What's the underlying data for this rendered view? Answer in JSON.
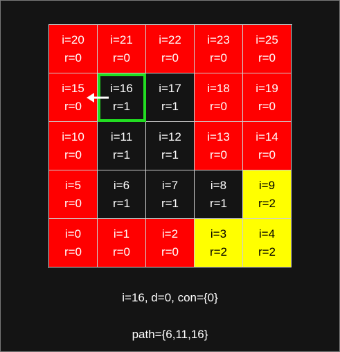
{
  "grid": {
    "rows": [
      [
        {
          "i": "i=20",
          "r": "r=0",
          "color": "red"
        },
        {
          "i": "i=21",
          "r": "r=0",
          "color": "red"
        },
        {
          "i": "i=22",
          "r": "r=0",
          "color": "red"
        },
        {
          "i": "i=23",
          "r": "r=0",
          "color": "red"
        },
        {
          "i": "i=25",
          "r": "r=0",
          "color": "red"
        }
      ],
      [
        {
          "i": "i=15",
          "r": "r=0",
          "color": "red"
        },
        {
          "i": "i=16",
          "r": "r=1",
          "color": "black",
          "current": true
        },
        {
          "i": "i=17",
          "r": "r=1",
          "color": "black"
        },
        {
          "i": "i=18",
          "r": "r=0",
          "color": "red"
        },
        {
          "i": "i=19",
          "r": "r=0",
          "color": "red"
        }
      ],
      [
        {
          "i": "i=10",
          "r": "r=0",
          "color": "red"
        },
        {
          "i": "i=11",
          "r": "r=1",
          "color": "black"
        },
        {
          "i": "i=12",
          "r": "r=1",
          "color": "black"
        },
        {
          "i": "i=13",
          "r": "r=0",
          "color": "red"
        },
        {
          "i": "i=14",
          "r": "r=0",
          "color": "red"
        }
      ],
      [
        {
          "i": "i=5",
          "r": "r=0",
          "color": "red"
        },
        {
          "i": "i=6",
          "r": "r=1",
          "color": "black"
        },
        {
          "i": "i=7",
          "r": "r=1",
          "color": "black"
        },
        {
          "i": "i=8",
          "r": "r=1",
          "color": "black"
        },
        {
          "i": "i=9",
          "r": "r=2",
          "color": "yellow"
        }
      ],
      [
        {
          "i": "i=0",
          "r": "r=0",
          "color": "red"
        },
        {
          "i": "i=1",
          "r": "r=0",
          "color": "red"
        },
        {
          "i": "i=2",
          "r": "r=0",
          "color": "red"
        },
        {
          "i": "i=3",
          "r": "r=2",
          "color": "yellow"
        },
        {
          "i": "i=4",
          "r": "r=2",
          "color": "yellow"
        }
      ]
    ]
  },
  "colors": {
    "red": "#ff0000",
    "black": "#141414",
    "yellow": "#ffff00",
    "highlight": "#22dd22",
    "arrow": "#ffffff"
  },
  "arrow_icon": "arrow-left-icon",
  "status": {
    "line1": "i=16, d=0, con={0}",
    "line2": "path={6,11,16}"
  }
}
